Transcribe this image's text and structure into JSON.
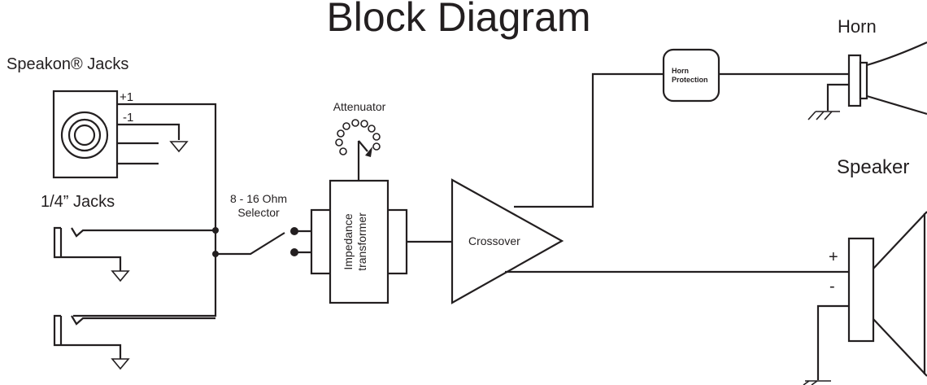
{
  "title": "Block Diagram",
  "labels": {
    "horn": "Horn",
    "speaker": "Speaker",
    "speakon_jacks": "Speakon® Jacks",
    "quarter_jacks": "1/4” Jacks",
    "plus_one": "+1",
    "minus_one": "-1",
    "attenuator": "Attenuator",
    "selector_line1": "8 - 16 Ohm",
    "selector_line2": "Selector",
    "transformer_line1": "Impedance",
    "transformer_line2": "transformer",
    "crossover": "Crossover",
    "horn_protection_line1": "Horn",
    "horn_protection_line2": "Protection",
    "plus_sign": "+",
    "minus_sign": "-"
  }
}
